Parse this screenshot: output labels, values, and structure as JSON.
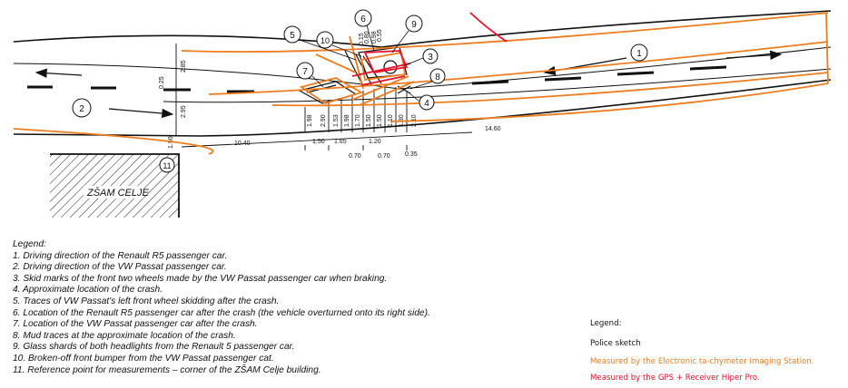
{
  "sketch": {
    "markers": [
      "1",
      "2",
      "3",
      "4",
      "5",
      "6",
      "7",
      "8",
      "9",
      "10",
      "11"
    ],
    "dims_vertical": [
      "2.85",
      "0.25",
      "2.95",
      "1.98",
      "2.90",
      "1.53",
      "1.98",
      "1.70",
      "1.50",
      "1.50",
      "1.10",
      "1.30",
      "2.10",
      "0.15",
      "0.80",
      "0.98",
      "0.55"
    ],
    "dims_horizontal": [
      "1.90",
      "10.40",
      "1.50",
      "1.65",
      "1.20",
      "14.60",
      "0.70",
      "0.70",
      "0.35"
    ],
    "building_label": "ZŠAM CELJE"
  },
  "legend": {
    "title": "Legend:",
    "items": [
      "1. Driving direction of the Renault R5 passenger car.",
      "2. Driving direction of the VW Passat passenger car.",
      "3. Skid marks of the front two wheels made by the VW Passat passenger car when braking.",
      "4. Approximate location of the crash.",
      "5. Traces of VW Passat's left front wheel skidding after the crash.",
      "6. Location of the Renault R5 passenger car after the crash (the vehicle overturned onto its right side).",
      "7. Location of the VW Passat passenger car after the crash.",
      "8. Mud traces at the approximate location of the crash.",
      "9. Glass shards of both headlights from the Renault 5 passenger car.",
      "10. Broken-off front bumper from the VW Passat passenger cat.",
      "11. Reference point for measurements – corner of the ZŠAM Celje building."
    ]
  },
  "method_legend": {
    "title": "Legend:",
    "police": "Police sketch",
    "tachymeter": "Measured by the Electronic  ta-chymeter Imaging Station.",
    "gps": "Measured by the GPS + Receiver Hiper Pro."
  },
  "colors": {
    "police": "#111111",
    "tachymeter": "#f07c1e",
    "gps": "#e8102a"
  }
}
